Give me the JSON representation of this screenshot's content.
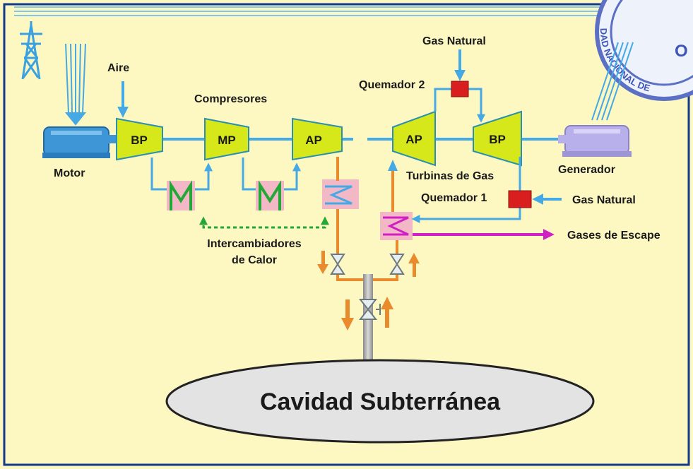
{
  "labels": {
    "aire": "Aire",
    "compresores": "Compresores",
    "motor": "Motor",
    "gas_natural_top": "Gas Natural",
    "quemador_2": "Quemador 2",
    "turbinas_de_gas": "Turbinas de Gas",
    "generador": "Generador",
    "quemador_1": "Quemador 1",
    "gas_natural_right": "Gas Natural",
    "gases_de_escape": "Gases de Escape",
    "intercambiadores_line1": "Intercambiadores",
    "intercambiadores_line2": "de Calor",
    "cavidad": "Cavidad Subterránea"
  },
  "compressors": [
    "BP",
    "MP",
    "AP"
  ],
  "turbines": [
    "AP",
    "BP"
  ],
  "seal_text": "DAD NACIONAL DE",
  "colors": {
    "background": "#fdf7c2",
    "border": "#123a8c",
    "air_flow": "#45a9e6",
    "hot_gas_flow": "#e98a2c",
    "coolant_loop": "#23a737",
    "exhaust": "#d21fc5",
    "machine_fill": "#d7e81a",
    "machine_stroke": "#2b8fb0",
    "burner": "#d81e1e",
    "heat_exchanger_fill": "#f2b8c6",
    "motor": "#3f96d6",
    "generator": "#b7b0ea",
    "cavern_fill": "#e3e3e3"
  }
}
